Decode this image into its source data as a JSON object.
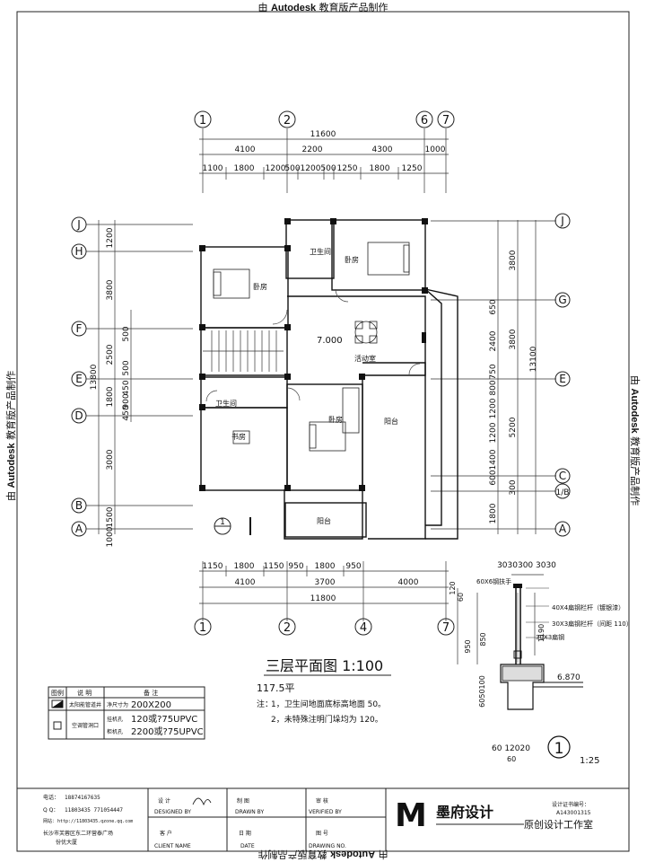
{
  "edge_notice": {
    "prefix": "由 ",
    "brand": "Autodesk",
    "suffix": " 教育版产品制作"
  },
  "axes_top": [
    "1",
    "2",
    "6",
    "7"
  ],
  "axes_bottom": [
    "1",
    "2",
    "4",
    "7"
  ],
  "axes_left": [
    "J",
    "H",
    "F",
    "E",
    "D",
    "B",
    "A"
  ],
  "axes_right": [
    "J",
    "G",
    "E",
    "C",
    "1/B",
    "A"
  ],
  "dims_top": {
    "total": "11600",
    "row2": [
      "4100",
      "2200",
      "4300",
      "1000"
    ],
    "row3": [
      "1100",
      "1800",
      "1200",
      "500",
      "1200",
      "500",
      "1250",
      "1800",
      "1250"
    ]
  },
  "dims_bottom": {
    "row1": [
      "1150",
      "1800",
      "1150",
      "950",
      "1800",
      "950"
    ],
    "row2": [
      "4100",
      "3700",
      "4000"
    ],
    "total": "11800"
  },
  "dims_left": {
    "total": "13800",
    "outer": [
      "1200",
      "3800",
      "2500",
      "1800",
      "3000",
      "1500",
      "1000"
    ],
    "inner": [
      "500",
      "500",
      "450",
      "900",
      "450"
    ]
  },
  "dims_right": {
    "total": "13100",
    "mid": [
      "3800",
      "3800",
      "5200"
    ],
    "inner": [
      "650",
      "2400",
      "750",
      "800",
      "1200",
      "1200",
      "1400",
      "600",
      "300"
    ],
    "bottom": "1800"
  },
  "rooms": {
    "bath_top": "卫生间",
    "bed_top_right": "卧房",
    "bed_top_left": "卧房",
    "activity": "活动室",
    "level": "7.000",
    "bath_left": "卫生间",
    "study": "书房",
    "bed_mid": "卧房",
    "balcony_right": "阳台",
    "balcony_bottom": "阳台"
  },
  "section_marker": "1",
  "drawing_title": "三层平面图  1:100",
  "area": "117.5平",
  "notes": {
    "label": "注：",
    "n1": "1，卫生间地面底标高地面    50。",
    "n2": "2，未特殊注明门垛均为   120。"
  },
  "legend": {
    "headers": [
      "图例",
      "说 明",
      "备 注"
    ],
    "rows": [
      {
        "desc": "太阳能管道井",
        "k1": "净尺寸为",
        "v1": "200X200"
      },
      {
        "desc": "空调管洞口",
        "k1": "挂机孔",
        "v1": "120或?75UPVC",
        "k2": "柜机孔",
        "v2": "2200或?75UPVC"
      }
    ]
  },
  "detail": {
    "top_dims": [
      "30",
      "30",
      "30",
      "30",
      "30",
      "30"
    ],
    "top_dims_text": "3030300 3030",
    "c1": "60X6钢扶手",
    "c2": "40X4扁钢栏杆（镀银漆）",
    "c3": "30X3扁钢栏杆（间距 110）",
    "c4": "30X3扁钢",
    "level": "6.870",
    "v_dims": [
      "120",
      "60",
      "950",
      "850",
      "1190",
      "50",
      "100"
    ],
    "left_v": "6050100",
    "bottom_dims": "60  12020",
    "bottom_60": "60",
    "number": "1",
    "scale": "1:25"
  },
  "title_block": {
    "contact": [
      {
        "k": "电话：",
        "v": "18874167635"
      },
      {
        "k": "Q Q：",
        "v": "11803435 771054447"
      },
      {
        "k": "网站：",
        "v": "http://11803435.qzone.qq.com"
      },
      {
        "k": "长沙市芙蓉区东二环营泰广场",
        "v": ""
      },
      {
        "k": "份优大厦",
        "v": ""
      }
    ],
    "fields": [
      {
        "cn": "设  计",
        "en": "DESIGNED BY"
      },
      {
        "cn": "制  图",
        "en": "DRAWN BY"
      },
      {
        "cn": "审  核",
        "en": "VERIFIED BY"
      },
      {
        "cn": "客  户",
        "en": "CLIENT NAME"
      },
      {
        "cn": "日  期",
        "en": "DATE"
      },
      {
        "cn": "图  号",
        "en": "DRAWING NO."
      }
    ],
    "logo_letter": "M",
    "brand": "墨府设计",
    "tagline": "原创设计工作室",
    "cert_label": "设计证书编号：",
    "cert_no": "A143001315"
  }
}
